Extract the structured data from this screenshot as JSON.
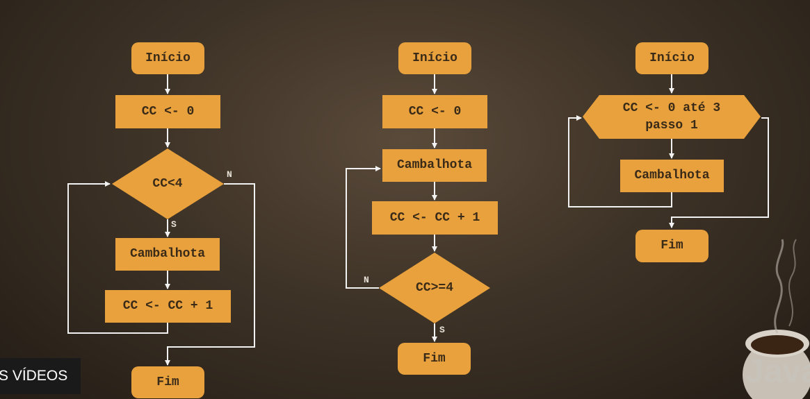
{
  "flowchart_1": {
    "start": "Início",
    "init": "CC <- 0",
    "condition": "CC<4",
    "label_yes": "S",
    "label_no": "N",
    "action": "Cambalhota",
    "increment": "CC <- CC + 1",
    "end": "Fim"
  },
  "flowchart_2": {
    "start": "Início",
    "init": "CC <- 0",
    "action": "Cambalhota",
    "increment": "CC <- CC + 1",
    "condition": "CC>=4",
    "label_no": "N",
    "label_yes": "S",
    "end": "Fim"
  },
  "flowchart_3": {
    "start": "Início",
    "loop": "CC <- 0 até 3\npasso 1",
    "action": "Cambalhota",
    "end": "Fim"
  },
  "overlay": {
    "videos_banner": "S VÍDEOS",
    "java_logo": "Java"
  },
  "colors": {
    "box": "#e8a13c",
    "connector": "#f2f2f2",
    "text": "#3a2a18"
  }
}
